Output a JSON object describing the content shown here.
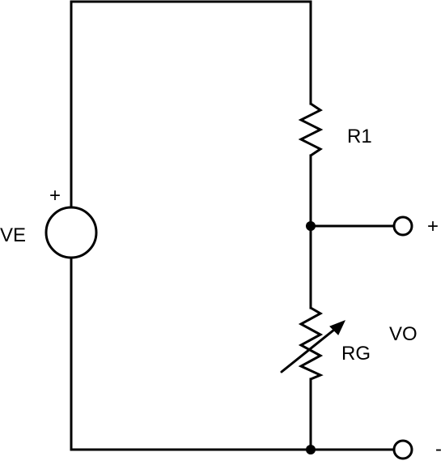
{
  "labels": {
    "source": "VE",
    "source_polarity": "+",
    "resistor_top": "R1",
    "resistor_bottom": "RG",
    "output": "VO",
    "output_plus": "+",
    "output_minus": "-"
  }
}
